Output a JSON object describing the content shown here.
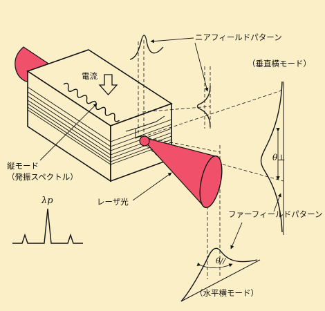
{
  "labels": {
    "current": "電流",
    "near_field": "ニアフィールドパターン",
    "vertical_mode": "（垂直横モード）",
    "longitudinal_mode": "縦モード",
    "emission_spectrum": "（発振スペクトル）",
    "laser_light": "レーザ光",
    "far_field": "ファーフィールドパターン",
    "horizontal_mode": "（水平横モード）",
    "lambda_p": "λp",
    "theta_perp": "θ⊥",
    "theta_par": "θ//"
  },
  "colors": {
    "background": "#fbefc8",
    "beam": "#f0506a",
    "line": "#111111"
  }
}
